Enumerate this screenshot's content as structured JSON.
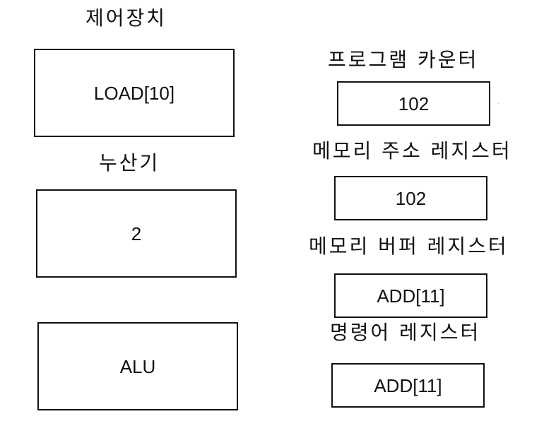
{
  "cpu": {
    "control_unit": {
      "label": "제어장치",
      "value": "LOAD[10]"
    },
    "accumulator": {
      "label": "누산기",
      "value": "2"
    },
    "alu": {
      "value": "ALU"
    }
  },
  "registers": {
    "program_counter": {
      "label": "프로그램 카운터",
      "value": "102"
    },
    "memory_address_register": {
      "label": "메모리 주소 레지스터",
      "value": "102"
    },
    "memory_buffer_register": {
      "label": "메모리 버퍼 레지스터",
      "value": "ADD[11]"
    },
    "instruction_register": {
      "label": "명령어 레지스터",
      "value": "ADD[11]"
    }
  }
}
